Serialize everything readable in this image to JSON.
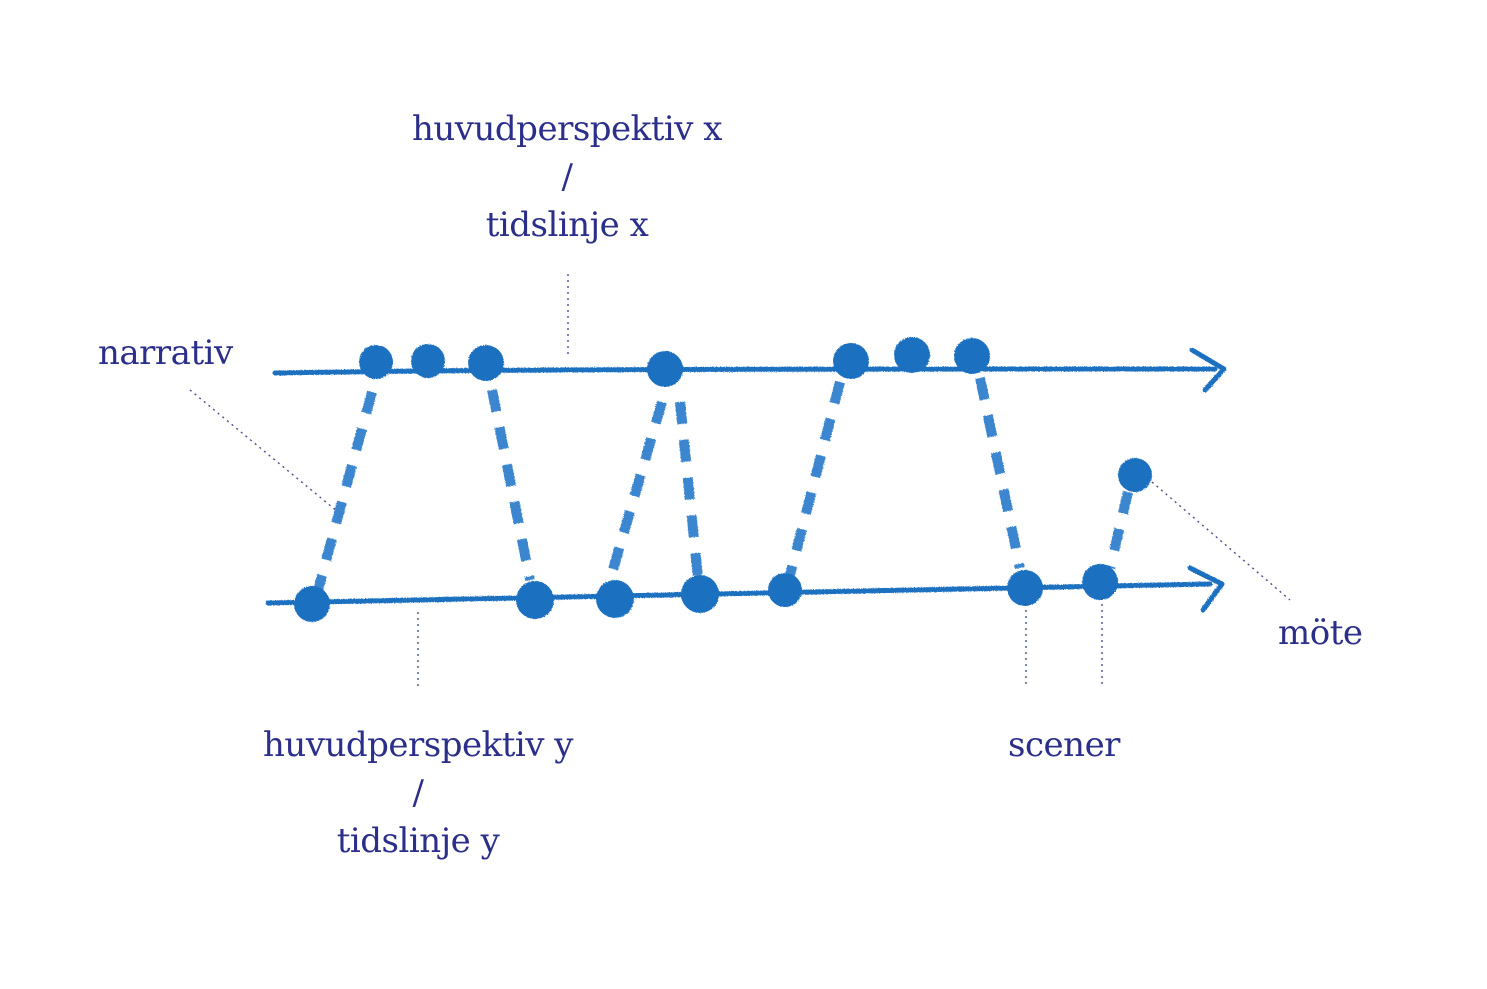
{
  "labels": {
    "top_perspective": "huvudperspektiv x",
    "top_slash": "/",
    "top_timeline": "tidslinje x",
    "narrative": "narrativ",
    "bottom_perspective": "huvudperspektiv y",
    "bottom_slash": "/",
    "bottom_timeline": "tidslinje y",
    "scenes": "scener",
    "meeting": "möte"
  },
  "colors": {
    "ink_blue": "#1f6fc0",
    "ink_blue_dark": "#1656a3",
    "label_navy": "#2b2f8a",
    "leader_gray": "#4b4f8f"
  }
}
